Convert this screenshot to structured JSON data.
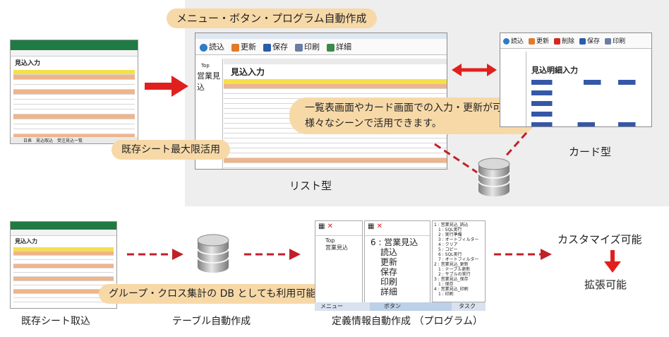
{
  "labels": {
    "menu_generation": "メニュー・ボタン・プログラム自動作成",
    "input_update": "一覧表画面やカード画面での入力・更新が可能",
    "various_scenes": "様々なシーンで活用できます。",
    "existing_sheet_max": "既存シート最大限活用",
    "group_cross_db": "グループ・クロス集計の DB としても利用可能",
    "list_type": "リスト型",
    "card_type": "カード型",
    "import_existing": "既存シート取込",
    "auto_table": "テーブル自動作成",
    "auto_definition": "定義情報自動作成 （プログラム）",
    "customizable": "カスタマイズ可能",
    "extensible": "拡張可能"
  },
  "sheet": {
    "title": "見込入力",
    "tabs": [
      "日表",
      "見込取込",
      "受注見込一覧"
    ]
  },
  "list_window": {
    "toolbar": [
      "読込",
      "更新",
      "保存",
      "印刷",
      "詳細"
    ],
    "side_items": [
      "Top",
      "営業見込"
    ],
    "title": "見込入力"
  },
  "card_window": {
    "toolbar": [
      "読込",
      "更新",
      "削除",
      "保存",
      "印刷"
    ],
    "title": "見込明細入力"
  },
  "definition": {
    "menu_items": [
      "Top",
      "営業見込"
    ],
    "button_tree": [
      "6 : 営業見込",
      "読込",
      "更新",
      "保存",
      "印刷",
      "詳細"
    ],
    "tabs": [
      "メニュー",
      "ボタン",
      "タスク"
    ],
    "program_tree": [
      "1 : 営業見込_読込",
      "1 : SQL実行",
      "2 : 実行準備",
      "3 : オートフィルター",
      "4 : クリア",
      "5 : コピー",
      "6 : SQL実行",
      "7 : オートフィルター",
      "2 : 営業見込_更新",
      "1 : テーブル更新",
      "2 : サブルの実行",
      "3 : 営業見込_保存",
      "1 : 保存",
      "4 : 営業見込_印刷",
      "1 : 印刷"
    ]
  },
  "colors": {
    "arrow_red": "#e0201e",
    "pill": "#f7d9a8",
    "accent_green": "#1f7a44"
  }
}
